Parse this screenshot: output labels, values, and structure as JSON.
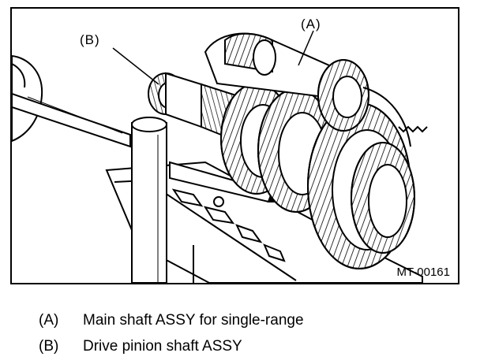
{
  "figure": {
    "callouts": [
      {
        "id": "A",
        "label": "(A)"
      },
      {
        "id": "B",
        "label": "(B)"
      }
    ],
    "figure_id": "MT-00161"
  },
  "legend": [
    {
      "key": "(A)",
      "text": "Main shaft ASSY for single-range"
    },
    {
      "key": "(B)",
      "text": "Drive pinion shaft ASSY"
    }
  ]
}
